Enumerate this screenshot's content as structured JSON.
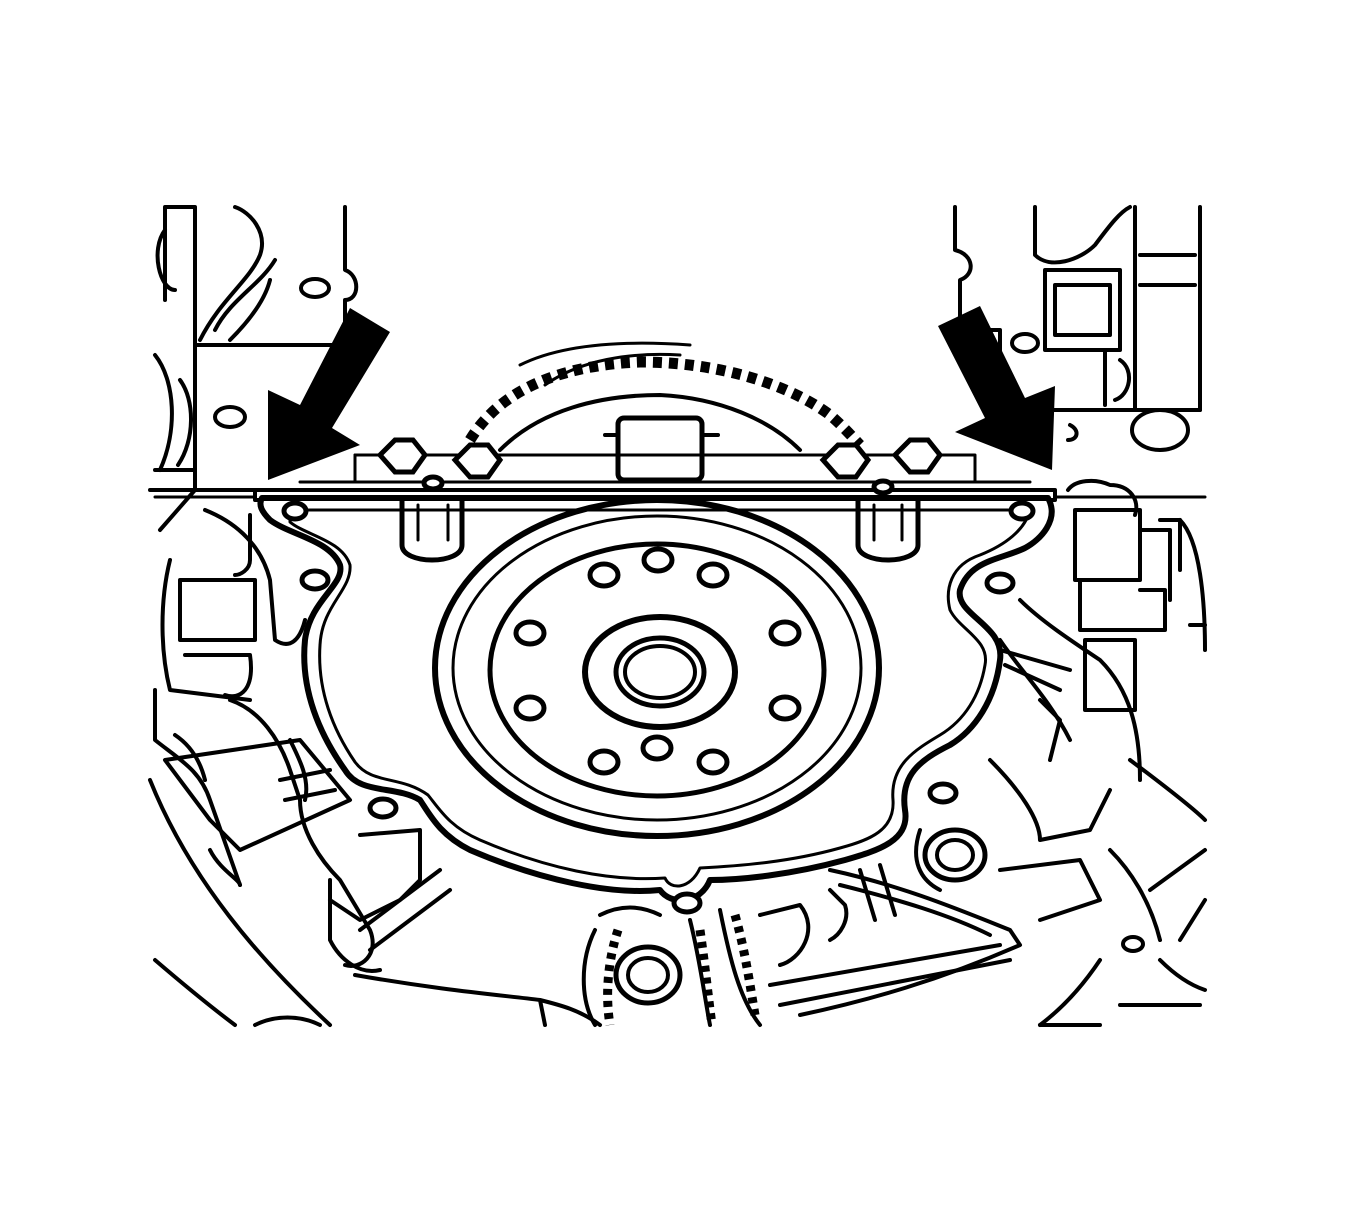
{
  "figure": {
    "subject": "engine-rear-main-seal-housing",
    "colors": {
      "background": "#ffffff",
      "ink": "#000000",
      "arrow": "#000000"
    },
    "callouts": [
      {
        "name": "left-arrow",
        "points_to": "seal-housing-upper-left-corner"
      },
      {
        "name": "right-arrow",
        "points_to": "seal-housing-upper-right-corner"
      }
    ]
  }
}
